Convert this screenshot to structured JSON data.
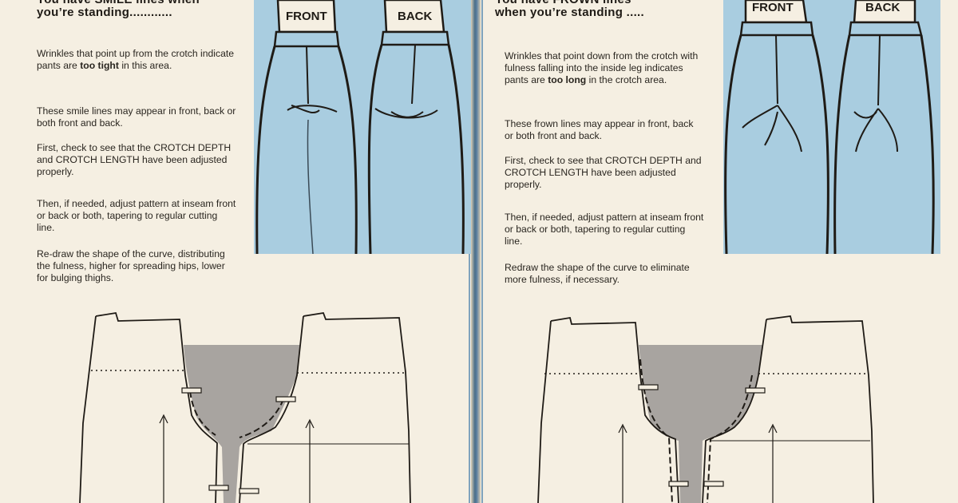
{
  "left": {
    "heading": "You have SMILE lines when\nyou’re standing............",
    "figure_labels": {
      "front": "FRONT",
      "back": "BACK"
    },
    "paragraphs": [
      {
        "pre": "Wrinkles that point up from the crotch indicate pants are ",
        "bold": "too tight",
        "post": " in this area."
      },
      {
        "pre": "These smile lines may appear in front, back or both front and back.",
        "bold": "",
        "post": ""
      },
      {
        "pre": "First, check to see that the CROTCH DEPTH and CROTCH LENGTH have been adjusted properly.",
        "bold": "",
        "post": ""
      },
      {
        "pre": "Then, if needed, adjust pattern at inseam front or back or both, tapering to regular cutting line.",
        "bold": "",
        "post": ""
      },
      {
        "pre": "Re-draw the shape of the curve, distributing the fulness, higher for spreading hips, lower for bulging thighs.",
        "bold": "",
        "post": ""
      }
    ]
  },
  "right": {
    "heading": "You have FROWN lines\nwhen you’re standing .....",
    "figure_labels": {
      "front": "FRONT",
      "back": "BACK"
    },
    "paragraphs": [
      {
        "pre": "Wrinkles that point down from the crotch with fulness falling into the inside leg indicates pants are ",
        "bold": "too long",
        "post": " in the crotch area."
      },
      {
        "pre": "These frown lines may appear in front, back or both front and back.",
        "bold": "",
        "post": ""
      },
      {
        "pre": "First, check to see that CROTCH DEPTH and CROTCH LENGTH have been adjusted properly.",
        "bold": "",
        "post": ""
      },
      {
        "pre": "Then, if needed, adjust pattern at inseam front or back or both, tapering to regular cutting line.",
        "bold": "",
        "post": ""
      },
      {
        "pre": "Redraw the shape of the curve to eliminate more fulness, if necessary.",
        "bold": "",
        "post": ""
      }
    ]
  },
  "colors": {
    "paper": "#f5efe2",
    "denim": "#a9cde0",
    "pattern_shade": "#a8a4a0",
    "ink": "#1f1b16"
  }
}
